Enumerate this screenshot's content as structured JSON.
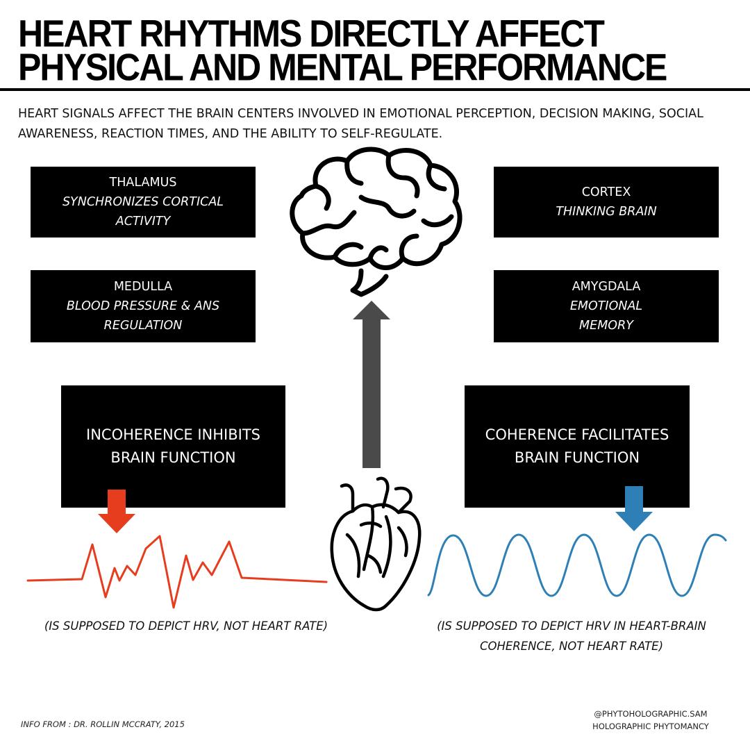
{
  "title": {
    "line1": "HEART RHYTHMS DIRECTLY AFFECT",
    "line2": "PHYSICAL AND MENTAL PERFORMANCE"
  },
  "subtitle": "HEART SIGNALS AFFECT THE BRAIN CENTERS INVOLVED IN EMOTIONAL PERCEPTION, DECISION MAKING, SOCIAL AWARENESS, REACTION TIMES, AND THE ABILITY TO SELF-REGULATE.",
  "brain_regions": {
    "thalamus": {
      "name": "THALAMUS",
      "desc": "SYNCHRONIZES CORTICAL ACTIVITY"
    },
    "medulla": {
      "name": "MEDULLA",
      "desc": "BLOOD PRESSURE & ANS REGULATION"
    },
    "cortex": {
      "name": "CORTEX",
      "desc": "THINKING BRAIN"
    },
    "amygdala": {
      "name": "AMYGDALA",
      "desc": "EMOTIONAL MEMORY"
    }
  },
  "incoherence": {
    "line1": "INCOHERENCE INHIBITS",
    "line2": "BRAIN FUNCTION",
    "color": "#e63d1f"
  },
  "coherence": {
    "line1": "COHERENCE FACILITATES",
    "line2": "BRAIN FUNCTION",
    "color": "#2d7fb6"
  },
  "captions": {
    "left": "(IS SUPPOSED TO DEPICT HRV, NOT HEART RATE)",
    "right_line1": "(IS SUPPOSED TO DEPICT HRV IN HEART-BRAIN",
    "right_line2": "COHERENCE, NOT HEART RATE)"
  },
  "footer": {
    "source": "INFO FROM : DR. ROLLIN MCCRATY, 2015",
    "handle": "@PHYTOHOLOGRAPHIC.SAM",
    "brand": "HOLOGRAPHIC PHYTOMANCY"
  },
  "icons": {
    "brain": "brain-icon",
    "heart": "anatomical-heart-icon",
    "arrow": "arrow-up-icon"
  },
  "colors": {
    "boxes": "#000000",
    "arrow_up": "#4a4a4a"
  }
}
